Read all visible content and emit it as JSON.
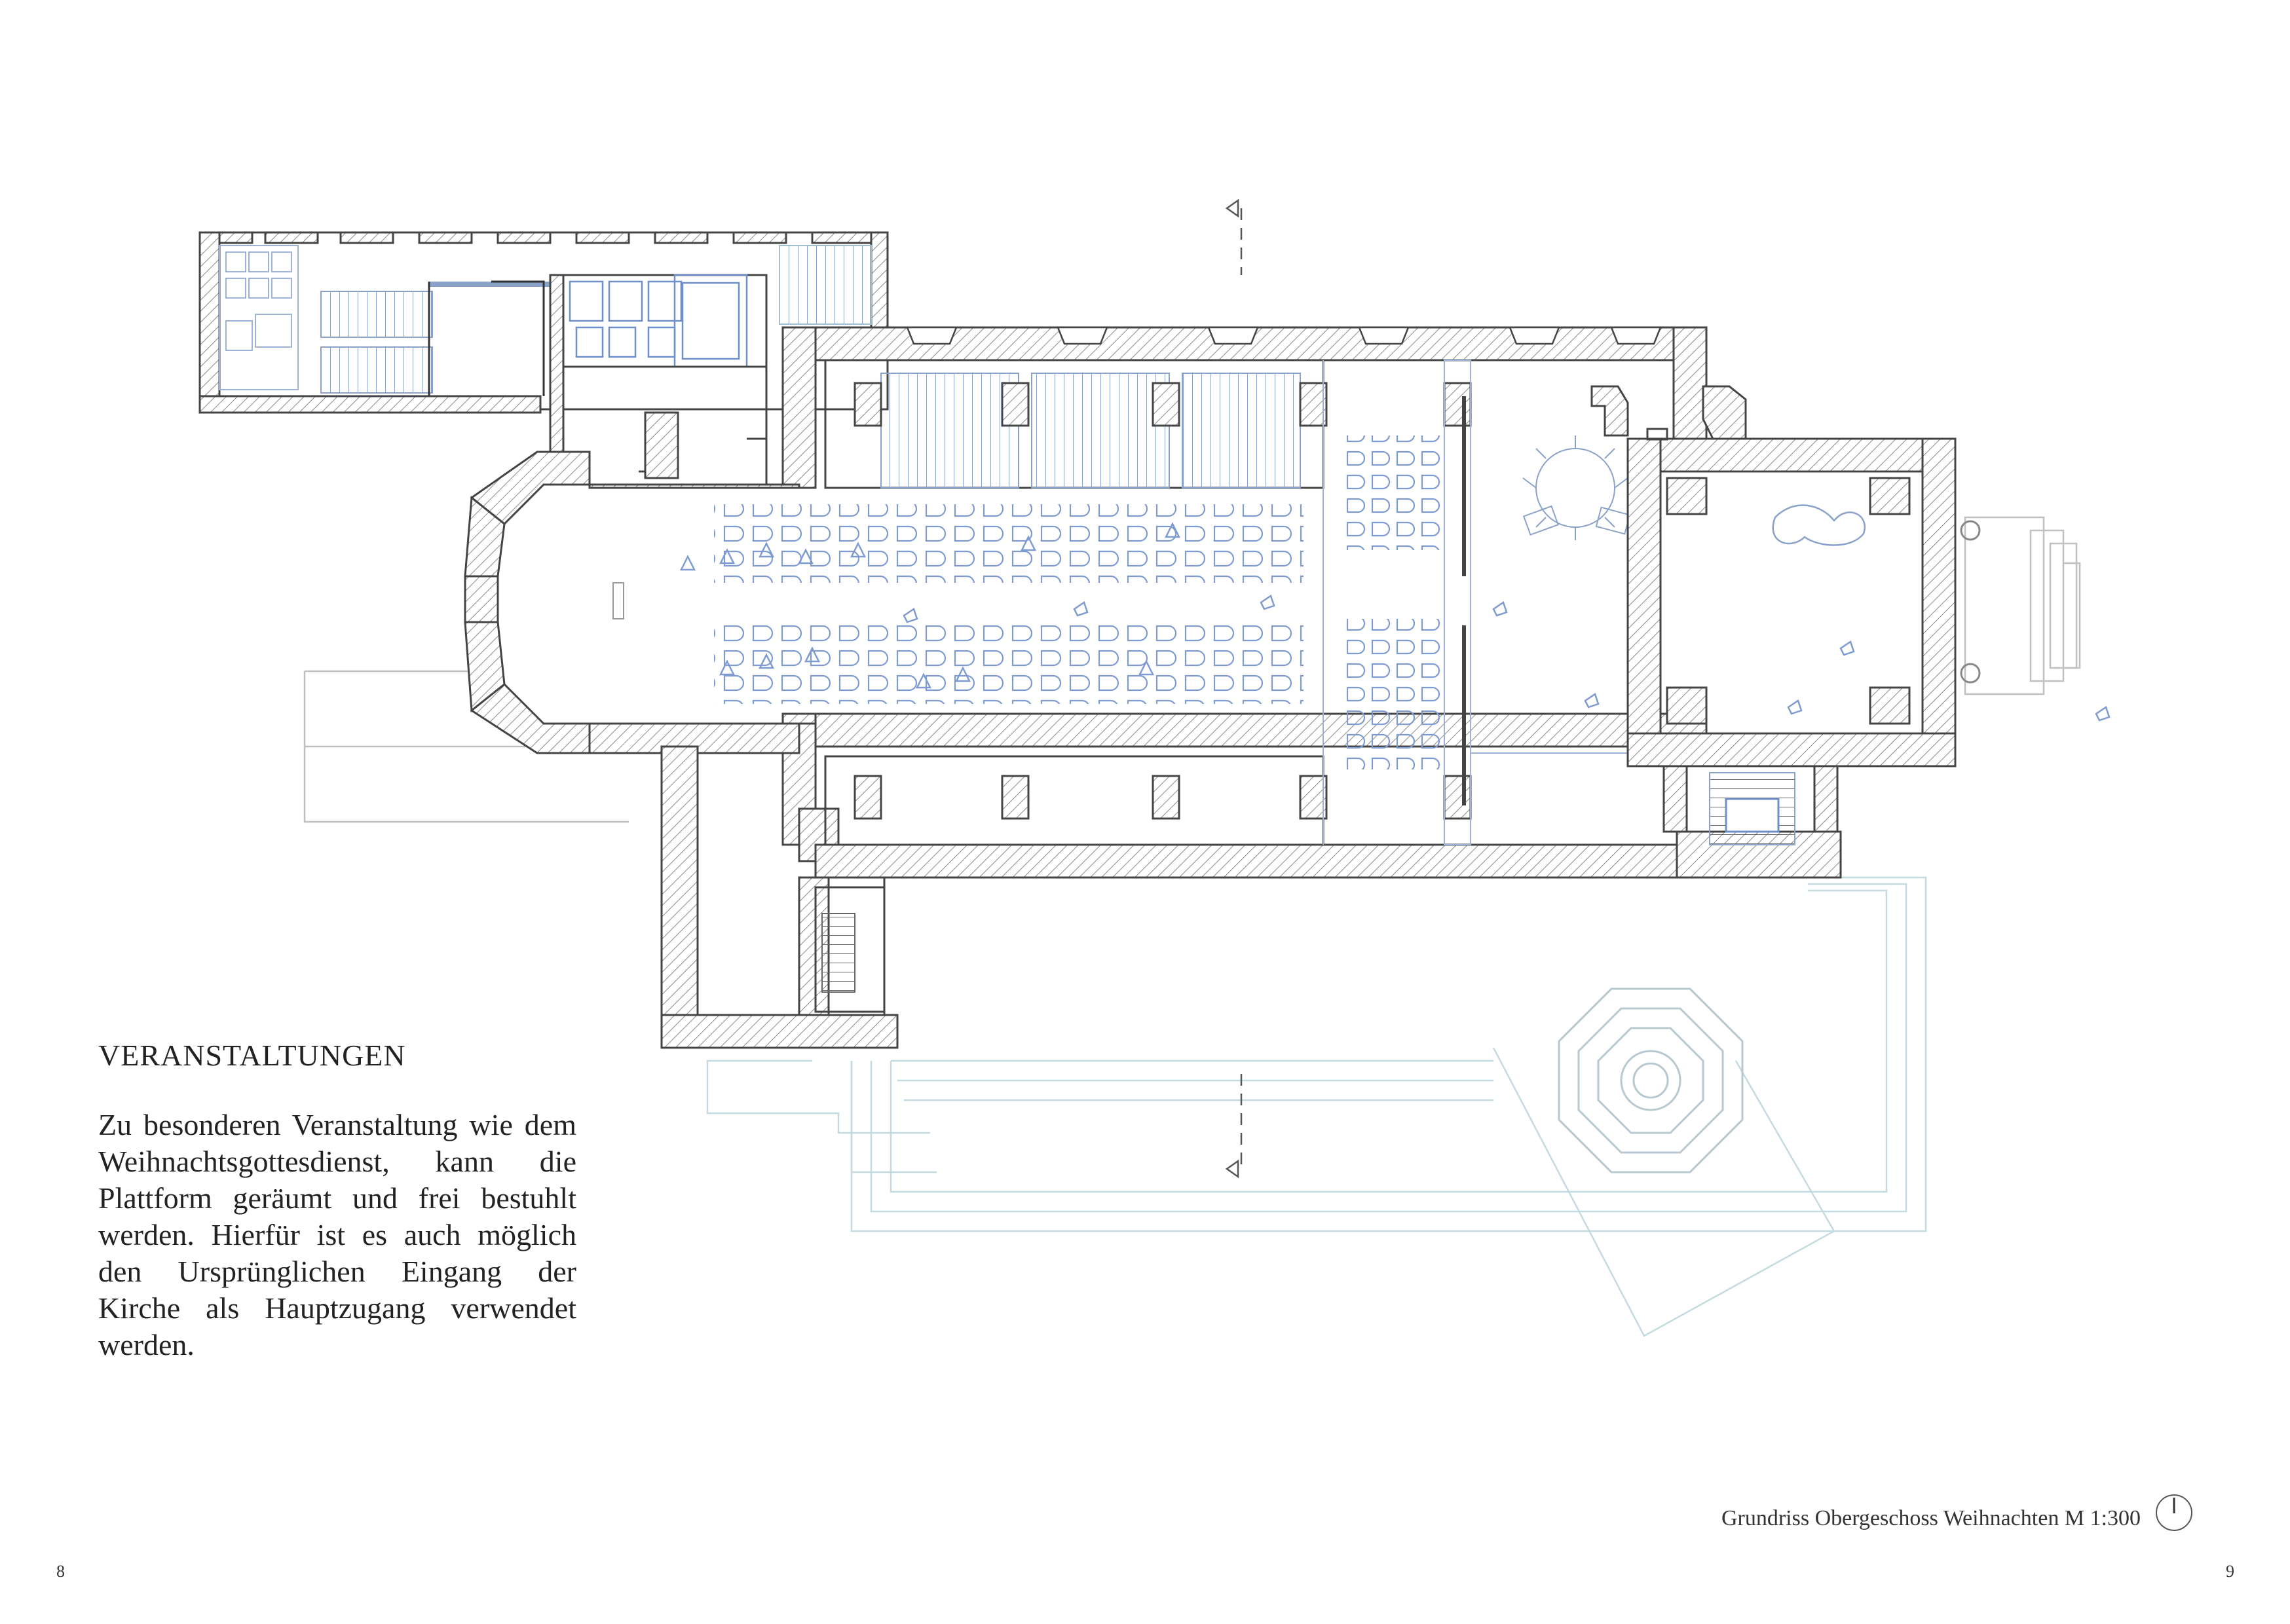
{
  "text": {
    "heading": "VERANSTALTUNGEN",
    "body": "Zu besonderen Veranstaltung wie dem Weihnachtsgottesdienst, kann die Plattform geräumt und frei bestuhlt werden. Hierfür ist es auch möglich den Ursprünglichen Ein­gang der Kirche als Hauptzugang verwendet werden.",
    "caption": "Grundriss Obergeschoss Weihnachten M 1:300",
    "page_left": "8",
    "page_right": "9"
  },
  "colors": {
    "wall": "#444444",
    "hatch": "#888888",
    "furniture": "#6f8fc9",
    "outline": "#9aa7b5",
    "exterior": "#b8d2d8",
    "text": "#222222"
  },
  "icons": [
    "north-arrow-icon",
    "section-marker-icon"
  ]
}
